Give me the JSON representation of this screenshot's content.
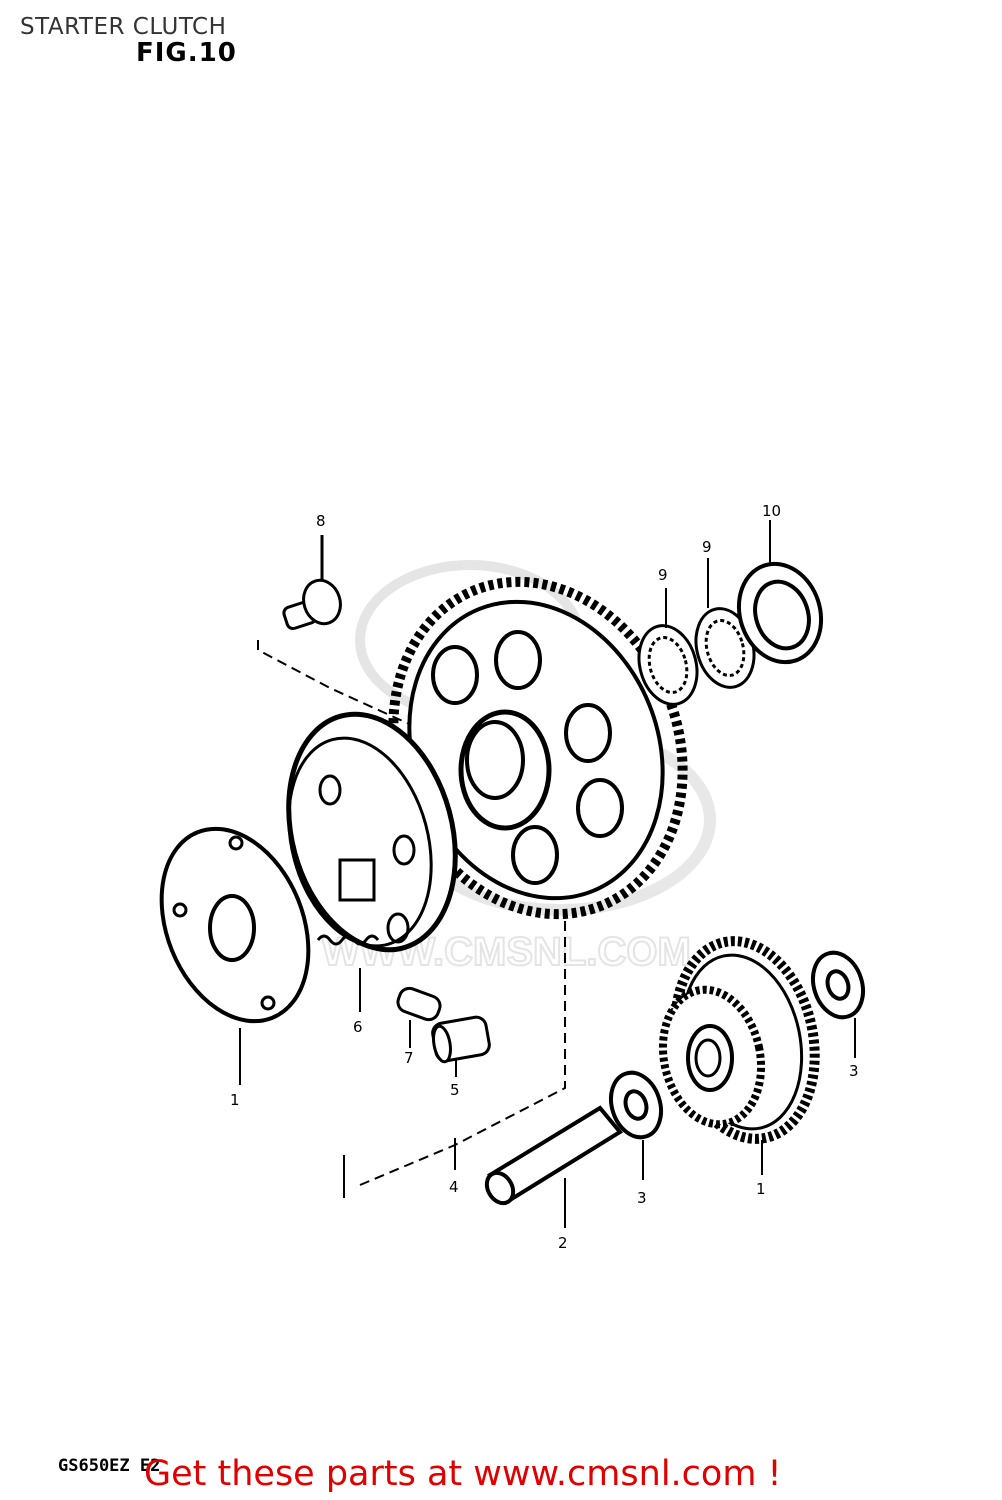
{
  "header": {
    "title": "STARTER CLUTCH",
    "figure": "FIG.10"
  },
  "callouts": [
    "8",
    "9",
    "9",
    "10",
    "1",
    "6",
    "7",
    "5",
    "4",
    "2",
    "3",
    "1",
    "3"
  ],
  "watermark": {
    "text": "WWW.CMSNL.COM"
  },
  "footer": {
    "model_code": "GS650EZ E2",
    "cta": "Get these parts at www.cmsnl.com !",
    "cta_color": "#e00000"
  }
}
